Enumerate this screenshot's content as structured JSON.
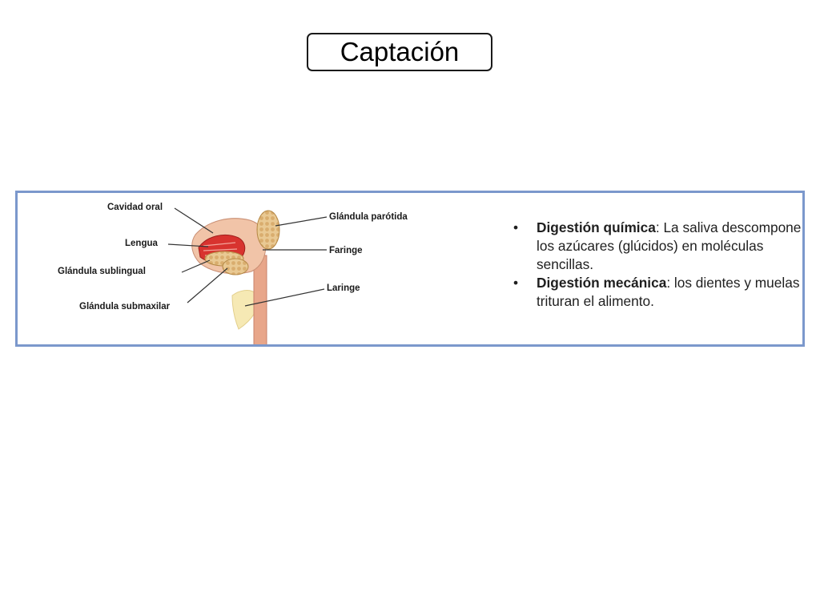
{
  "slide": {
    "title": "Captación"
  },
  "diagram": {
    "labels": {
      "cavidad_oral": "Cavidad oral",
      "lengua": "Lengua",
      "glandula_sublingual": "Glándula sublingual",
      "glandula_submaxilar": "Glándula submaxilar",
      "glandula_parotida": "Glándula parótida",
      "faringe": "Faringe",
      "laringe": "Laringe"
    }
  },
  "bullets": [
    {
      "marker": "•",
      "term": "Digestión química",
      "text": ": La saliva descompone los azúcares (glúcidos) en moléculas sencillas."
    },
    {
      "marker": "•",
      "term": "Digestión mecánica",
      "text": ": los dientes y muelas trituran el alimento."
    }
  ]
}
